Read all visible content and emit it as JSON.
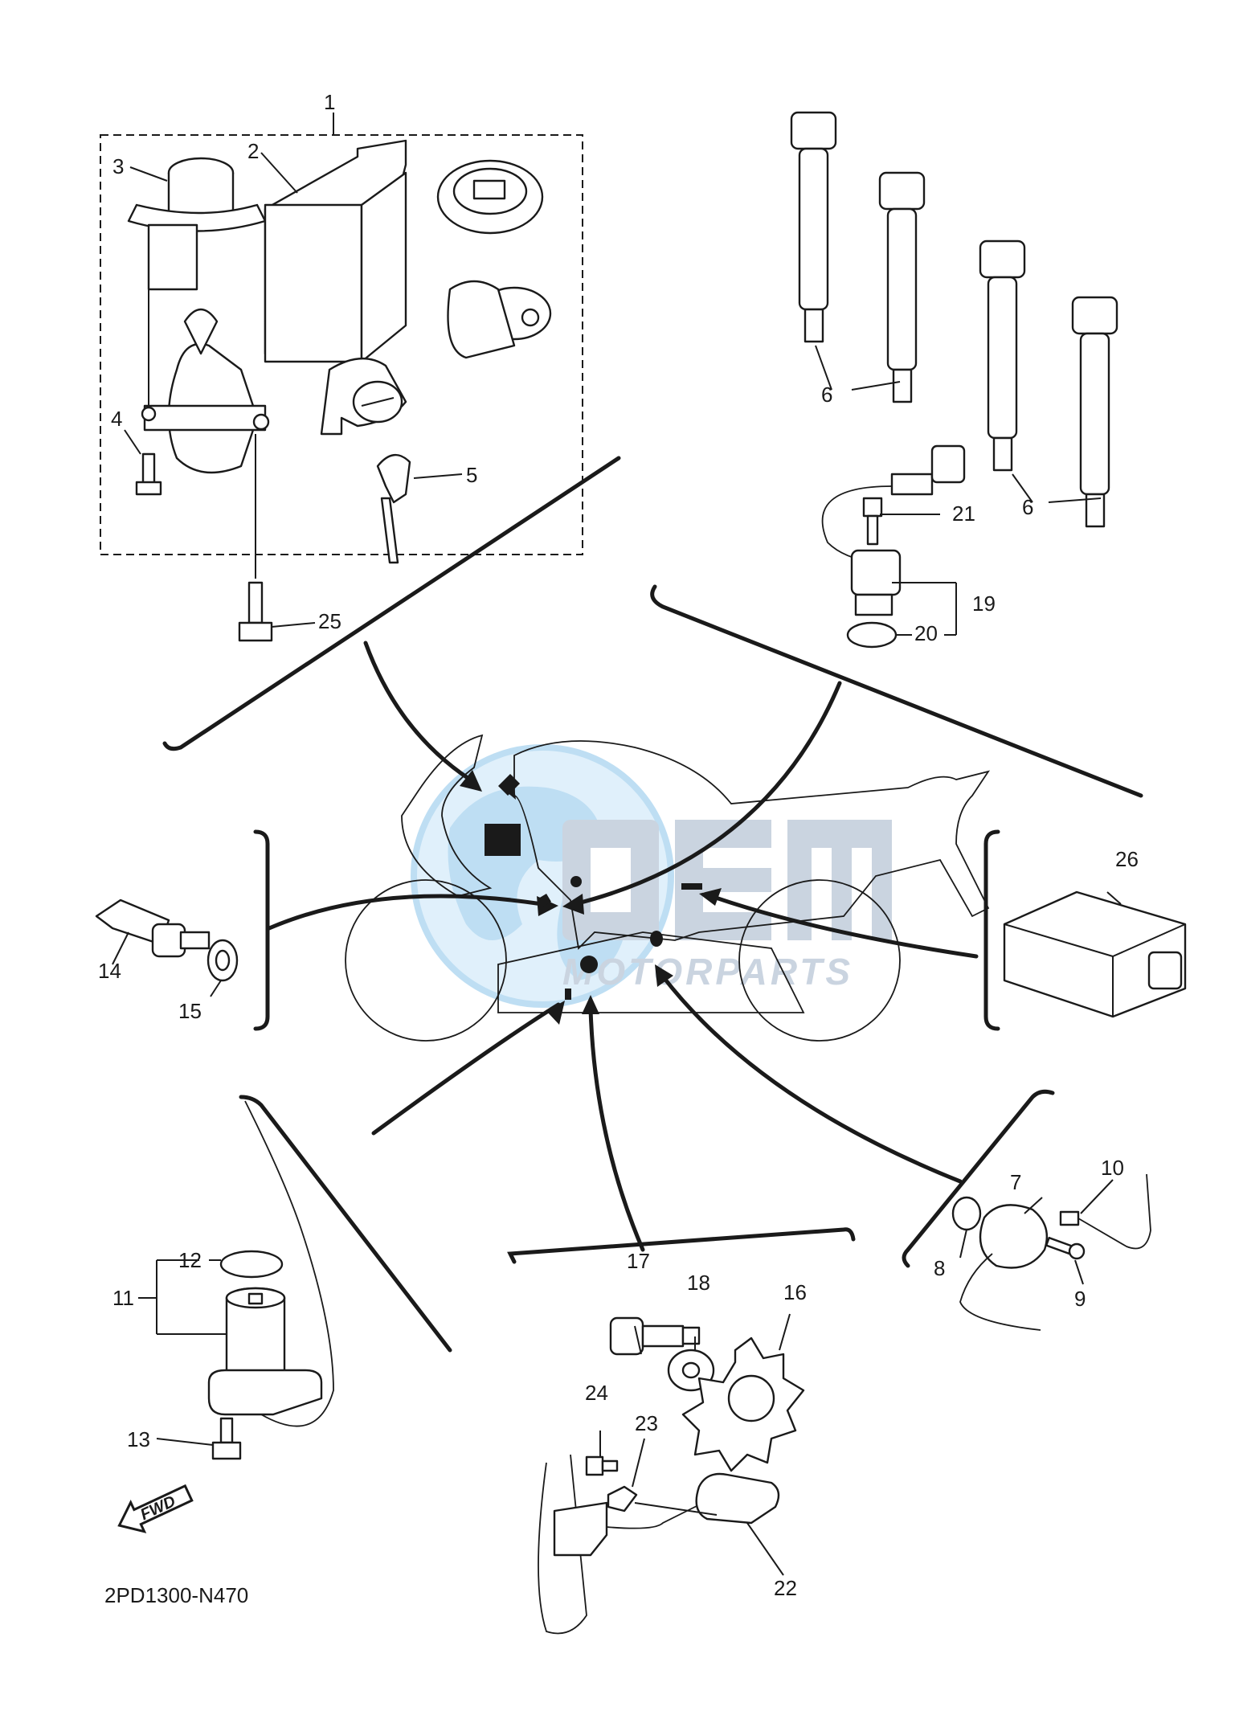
{
  "diagram_code": "2PD1300-N470",
  "fwd_label": "FWD",
  "watermark": {
    "brand": "OEM",
    "sub": "MOTORPARTS",
    "color_main": "#b9c6d6",
    "color_globe": "#a9d4ef"
  },
  "callouts": {
    "c1": "1",
    "c2": "2",
    "c3": "3",
    "c4": "4",
    "c5": "5",
    "c6a": "6",
    "c6b": "6",
    "c7": "7",
    "c8": "8",
    "c9": "9",
    "c10": "10",
    "c11": "11",
    "c12": "12",
    "c13": "13",
    "c14": "14",
    "c15": "15",
    "c16": "16",
    "c17": "17",
    "c18": "18",
    "c19": "19",
    "c20": "20",
    "c21": "21",
    "c22": "22",
    "c23": "23",
    "c24": "24",
    "c25": "25",
    "c26": "26"
  }
}
